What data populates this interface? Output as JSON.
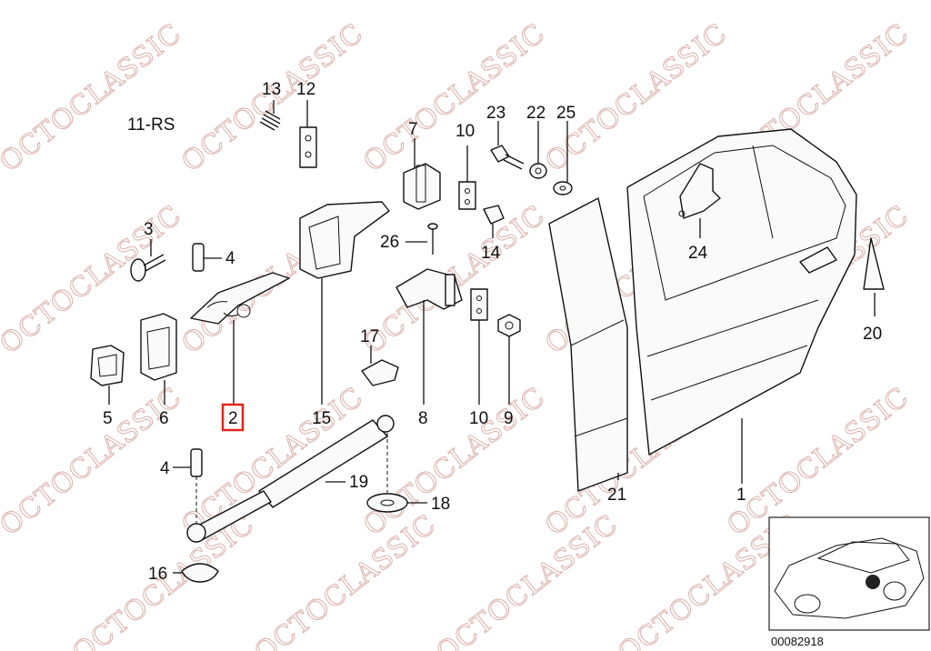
{
  "watermark": {
    "text": "OCTOCLASSIC",
    "color": "#d9a9a0"
  },
  "highlight_color": "#e0241b",
  "section_label": "11-RS",
  "callouts": {
    "p1": "1",
    "p2": "2",
    "p3": "3",
    "p4a": "4",
    "p4b": "4",
    "p5": "5",
    "p6": "6",
    "p7": "7",
    "p8": "8",
    "p9": "9",
    "p10a": "10",
    "p10b": "10",
    "p12": "12",
    "p13": "13",
    "p14": "14",
    "p15": "15",
    "p16": "16",
    "p17": "17",
    "p18": "18",
    "p19": "19",
    "p20": "20",
    "p21": "21",
    "p22": "22",
    "p23": "23",
    "p24": "24",
    "p25": "25",
    "p26": "26"
  },
  "highlighted_callout": "2",
  "inset": {
    "diagram_code": "00082918"
  }
}
